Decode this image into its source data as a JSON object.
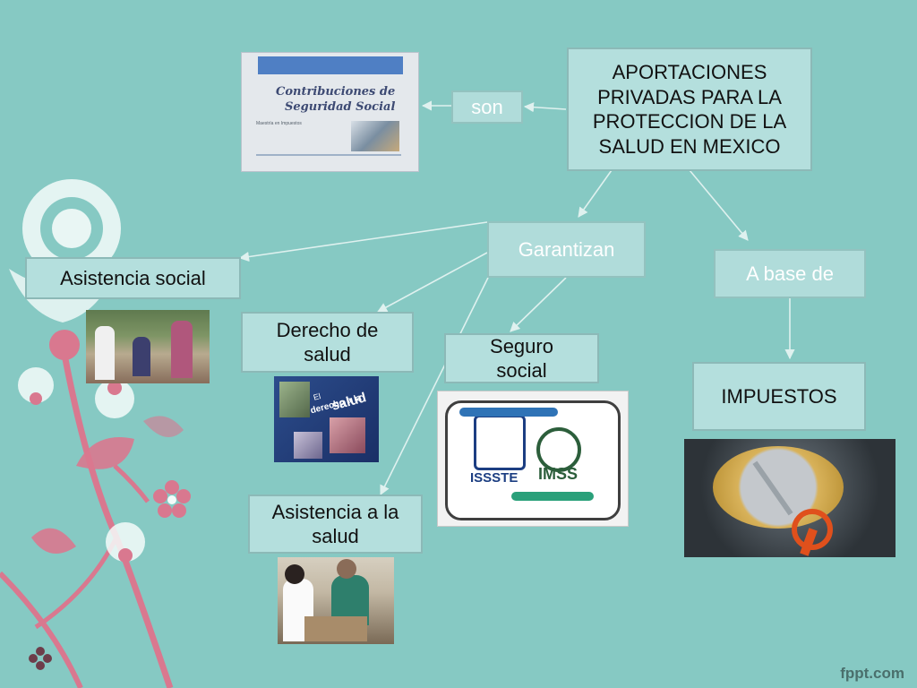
{
  "nodes": {
    "title": "APORTACIONES PRIVADAS PARA LA PROTECCION DE LA SALUD EN MEXICO",
    "son": "son",
    "garantizan": "Garantizan",
    "a_base_de": "A base de",
    "asistencia_social": "Asistencia social",
    "derecho_salud": "Derecho de salud",
    "seguro_social": "Seguro social",
    "asistencia_salud": "Asistencia a la salud",
    "impuestos": "IMPUESTOS"
  },
  "images": {
    "contribuciones": {
      "title_line1": "Contribuciones de",
      "title_line2": "Seguridad Social",
      "subtitle": "Maestría en Impuestos"
    },
    "derecho_poster": {
      "line1": "El",
      "line2": "derecho a la",
      "line3": "salud"
    },
    "institutions": {
      "left": "ISSSTE",
      "right": "IMSS"
    }
  },
  "footer": "fppt.com",
  "colors": {
    "background": "#86c9c3",
    "box_fill": "#b4dfdd",
    "box_border": "#8cb9b7",
    "arrow": "#dff1ef",
    "flower_pink": "#d9788f",
    "flower_white": "#f4fbfa"
  }
}
